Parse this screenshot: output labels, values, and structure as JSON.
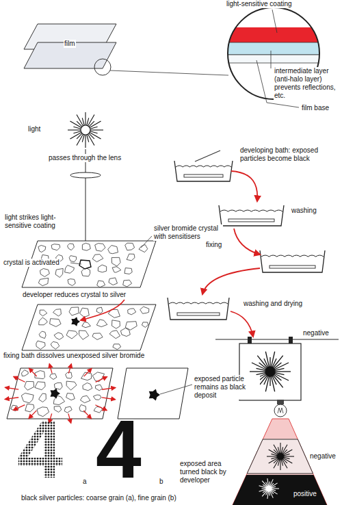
{
  "diagram": {
    "labels": [
      "film",
      "light-sensitive coating",
      "intermediate layer (anti-halo layer) prevents reflections, etc.",
      "film base",
      "light",
      "passes through the lens",
      "light strikes light-sensitive coating",
      "silver bromide crystal with sensitisers",
      "crystal is activated",
      "developer reduces crystal to silver",
      "fixing bath dissolves unexposed silver bromide",
      "exposed particle remains as black deposit",
      "4",
      "a",
      "4",
      "b",
      "black silver particles: coarse grain (a), fine grain (b)",
      "developing bath: exposed particles become black",
      "washing",
      "fixing",
      "washing and drying",
      "negative",
      "negative",
      "exposed area turned black by developer",
      "positive"
    ]
  }
}
